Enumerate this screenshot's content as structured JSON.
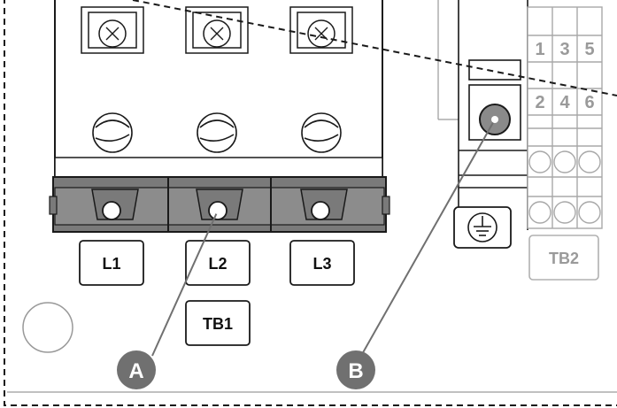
{
  "terminal_block_1": {
    "name": "TB1",
    "terminals": [
      "L1",
      "L2",
      "L3"
    ]
  },
  "terminal_block_2": {
    "name": "TB2",
    "top_row": [
      "1",
      "3",
      "5"
    ],
    "bottom_row": [
      "2",
      "4",
      "6"
    ]
  },
  "callouts": {
    "a": "A",
    "b": "B"
  },
  "symbols": {
    "ground": "ground-icon"
  },
  "colors": {
    "callout": "#707070",
    "tb1_base": "#7a7a7a",
    "tb2_text": "#9a9a9a"
  }
}
